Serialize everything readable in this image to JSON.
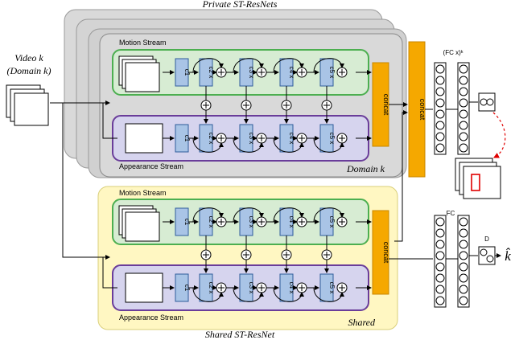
{
  "private": {
    "title": "Private ST-ResNets",
    "domain_tag": "Domain k",
    "motion_label": "Motion Stream",
    "appearance_label": "Appearance Stream",
    "concat": "concat",
    "big_concat": "concat",
    "fc_label": "(FC x)ᵏ"
  },
  "shared": {
    "title": "Shared ST-ResNet",
    "domain_tag": "Shared",
    "motion_label": "Motion Stream",
    "appearance_label": "Appearance Stream",
    "concat": "concat",
    "fc_label": "FC",
    "d_label": "D",
    "output": "k̂"
  },
  "input": {
    "line1": "Video k",
    "line2": "(Domain k)"
  },
  "blocks": [
    "c1",
    "c2_x",
    "c3_x",
    "c4_x",
    "c5_x"
  ],
  "colors": {
    "private_bg": "#d9d9d9",
    "shared_bg": "#fff7c2",
    "motion_bg": "#d7ecd3",
    "motion_border": "#4caf50",
    "appearance_bg": "#d6d4ee",
    "appearance_border": "#6a3d9a",
    "concat": "#f5a800",
    "block": "#a9c4e6",
    "highlight": "#e00000"
  }
}
